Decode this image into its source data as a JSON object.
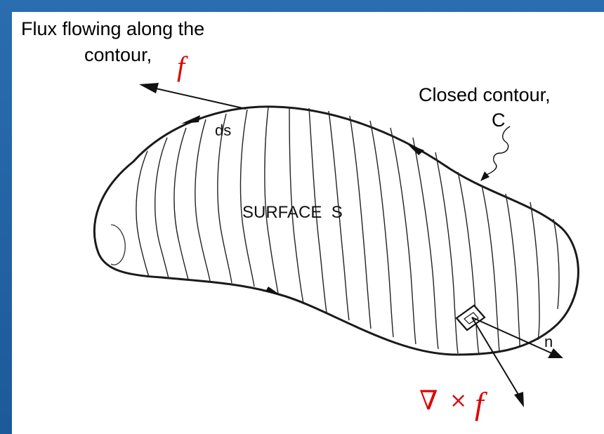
{
  "labels": {
    "flux_line1": "Flux flowing along the",
    "flux_line2": "contour,",
    "flux_symbol": "f",
    "closed_line1": "Closed contour,",
    "closed_line2": "C",
    "ds": "ds",
    "surface": "SURFACE  S",
    "n": "n",
    "curl_nabla": "∇",
    "curl_times": "×",
    "curl_f": "f"
  },
  "colors": {
    "frame": "#1e5fa0",
    "math_red": "#e00000"
  }
}
